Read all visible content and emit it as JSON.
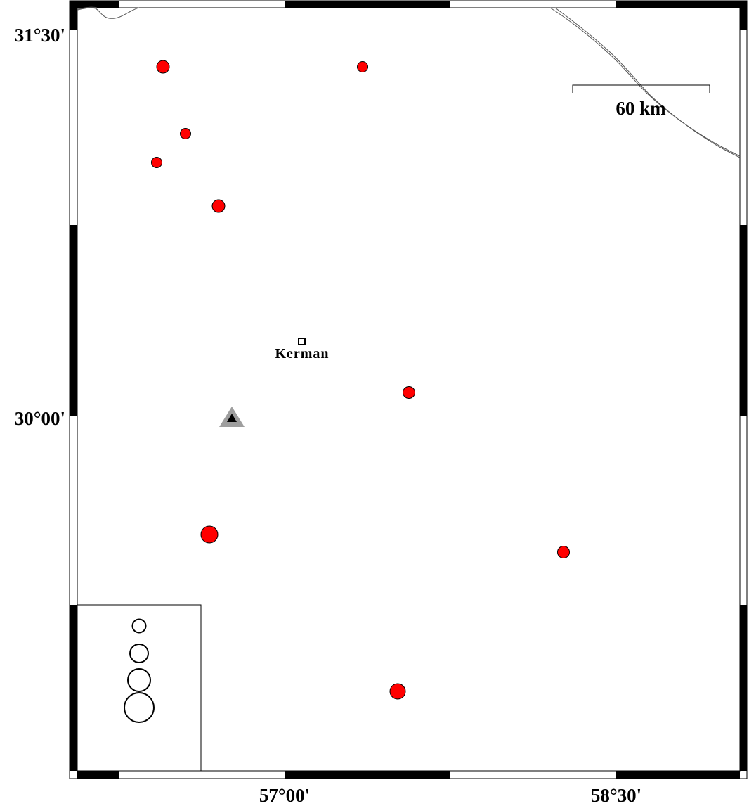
{
  "map": {
    "lon_ticks": [
      "57°00'",
      "58°30'"
    ],
    "lat_ticks": [
      "31°30'",
      "30°00'"
    ],
    "scale_bar_label": "60 km",
    "city": {
      "name": "Kerman",
      "marker": "open-square-icon"
    },
    "station": {
      "marker": "triangle-icon",
      "color": "#9e9e9e",
      "inner_color": "#000000"
    },
    "event_color": "#ff0000",
    "coast_color": "#555555",
    "events": [
      {
        "id": "ev1",
        "size": "medium"
      },
      {
        "id": "ev2",
        "size": "small"
      },
      {
        "id": "ev3",
        "size": "small"
      },
      {
        "id": "ev4",
        "size": "small"
      },
      {
        "id": "ev5",
        "size": "medium"
      },
      {
        "id": "ev6",
        "size": "small"
      },
      {
        "id": "ev7",
        "size": "large"
      },
      {
        "id": "ev8",
        "size": "small"
      },
      {
        "id": "ev9",
        "size": "large"
      }
    ],
    "legend": {
      "symbols": [
        "small",
        "medium",
        "large",
        "xlarge"
      ]
    }
  }
}
